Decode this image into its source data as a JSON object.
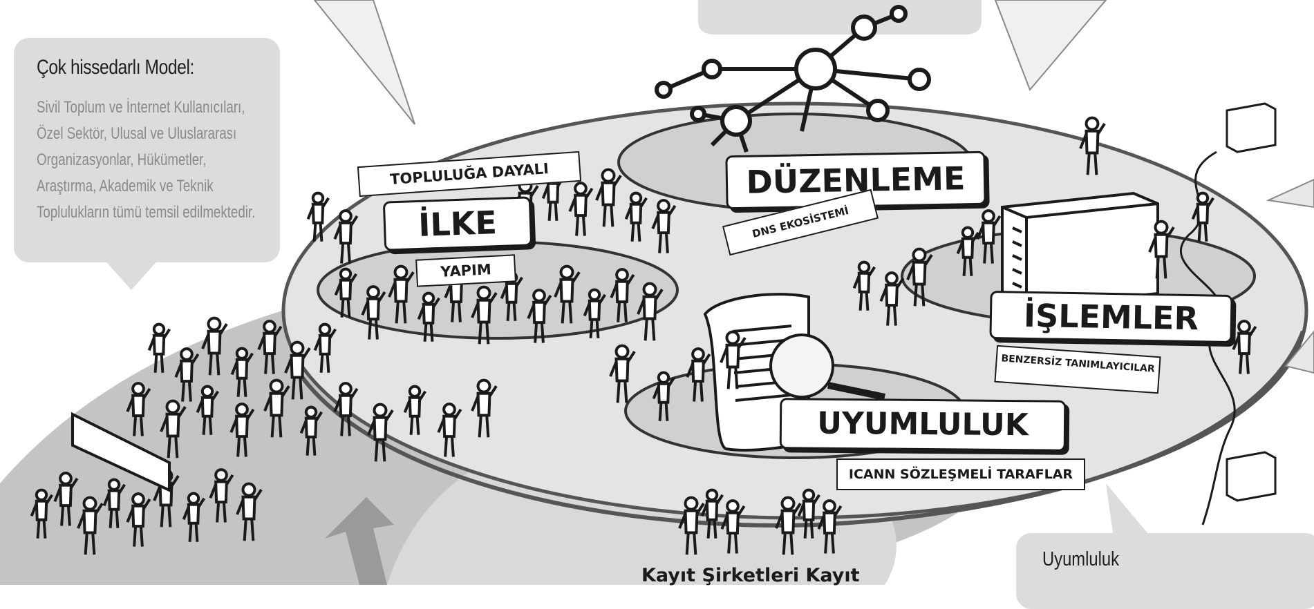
{
  "model_bubble": {
    "title": "Çok hissedarlı Model:",
    "body": "Sivil Toplum ve İnternet Kullanıcıları, Özel Sektör, Ulusal ve Uluslararası Organizasyonlar, Hükümetler, Araştırma, Akademik ve Teknik Toplulukların tümü temsil edilmektedir."
  },
  "labels": {
    "topluluga": "TOPLULUĞA DAYALI",
    "ilke": "İLKE",
    "yapim": "YAPIM",
    "duzenleme": "DÜZENLEME",
    "dns": "DNS EKOSİSTEMİ",
    "islemler": "İŞLEMLER",
    "benzersiz": "BENZERSİZ TANIMLAYICILAR",
    "uyumluluk": "UYUMLULUK",
    "icann": "ICANN SÖZLEŞMELİ TARAFLAR",
    "kayit": "Kayıt Şirketleri Kayıt"
  },
  "compliance_bubble": {
    "title": "Uyumluluk"
  },
  "colors": {
    "bubble_fill": "#dcdcdc",
    "ink": "#1a1a1a",
    "platform_fill": "#d6d6d6",
    "swirl_fill": "#bdbdbd"
  }
}
